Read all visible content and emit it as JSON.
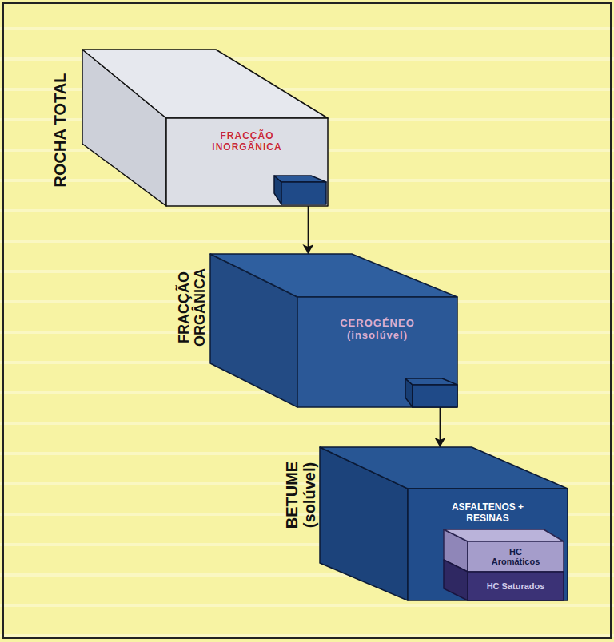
{
  "diagram": {
    "nodes": [
      {
        "text": [
          "ROCHA TOTAL",
          "FRACÇÃO INORGÂNICA"
        ]
      },
      {
        "text": [
          "FRACÇÃO ORGÂNICA",
          "CEROGÉNEO (insolúvel)"
        ]
      },
      {
        "text": [
          "BETUME (solúvel)",
          "ASFALTENOS + RESINAS"
        ]
      },
      {
        "text": [
          "HC Aromáticos"
        ],
        "in": 2
      },
      {
        "text": [
          "HC Saturados"
        ],
        "in": 2
      }
    ],
    "edges": [
      {
        "from": 0,
        "to": 1,
        "arrow": "to"
      },
      {
        "from": 1,
        "to": 2,
        "arrow": "to"
      }
    ]
  }
}
